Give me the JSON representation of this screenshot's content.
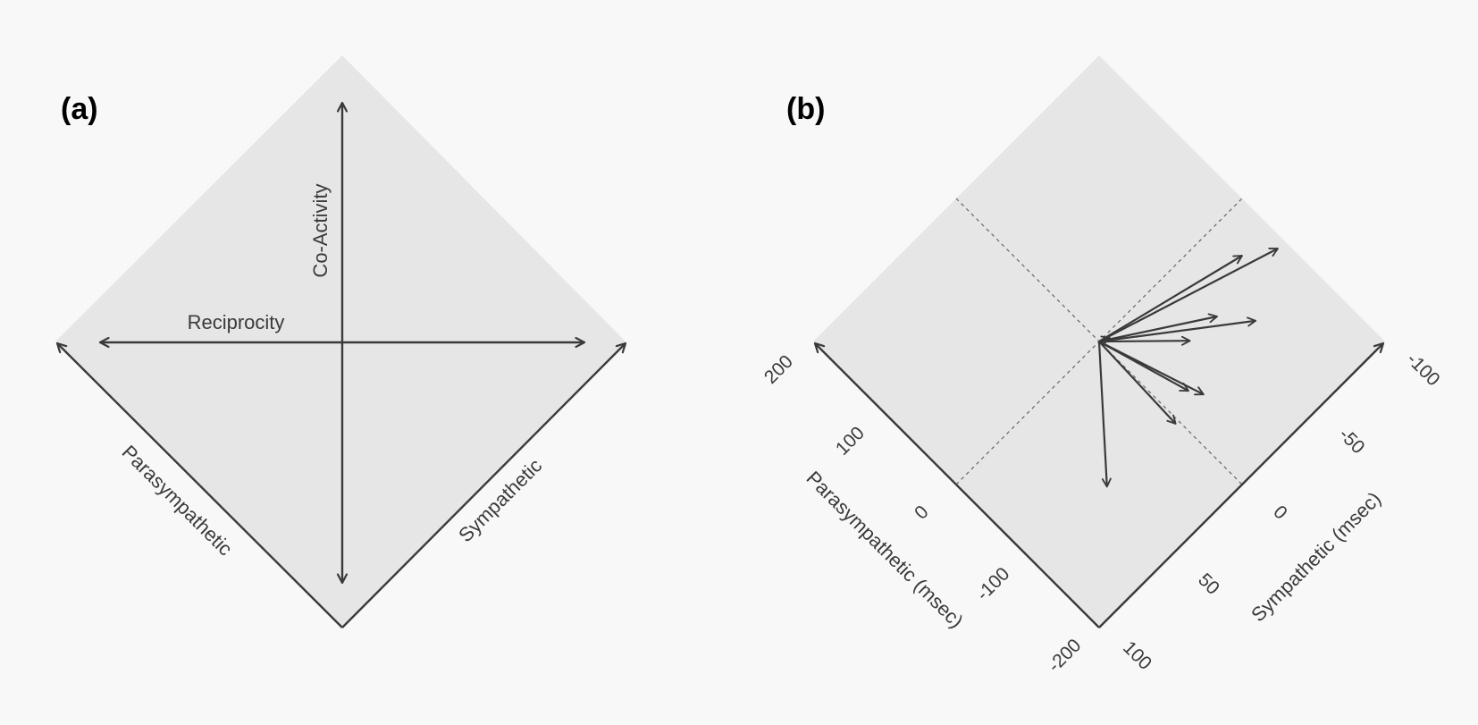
{
  "panel_a": {
    "label": "(a)",
    "coactivity_label": "Co-Activity",
    "reciprocity_label": "Reciprocity",
    "parasympathetic_label": "Parasympathetic",
    "sympathetic_label": "Sympathetic"
  },
  "panel_b": {
    "label": "(b)",
    "parasympathetic_axis_label": "Parasympathetic (msec)",
    "sympathetic_axis_label": "Sympathetic  (msec)",
    "parasympathetic_ticks": [
      "200",
      "100",
      "0",
      "-100",
      "-200"
    ],
    "sympathetic_ticks": [
      "-100",
      "-50",
      "0",
      "50",
      "100"
    ],
    "vectors": [
      {
        "para": -5,
        "symp": -5
      },
      {
        "para": -60,
        "symp": -95
      },
      {
        "para": -95,
        "symp": -62
      },
      {
        "para": -65,
        "symp": -50
      },
      {
        "para": -63,
        "symp": -32
      },
      {
        "para": -110,
        "symp": -18
      },
      {
        "para": -97,
        "symp": -14
      },
      {
        "para": -111,
        "symp": 2
      },
      {
        "para": -107,
        "symp": 48
      },
      {
        "para": -40,
        "symp": -80
      }
    ]
  }
}
